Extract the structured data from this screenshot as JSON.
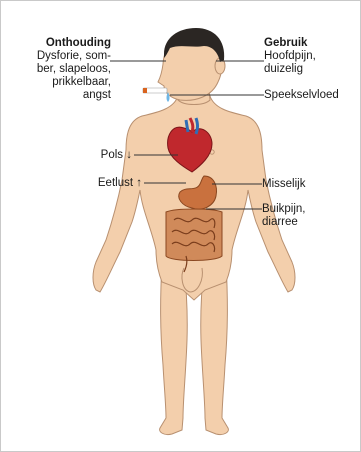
{
  "colors": {
    "skin": "#f3cfac",
    "skin_outline": "#b89070",
    "hair": "#2b2623",
    "leader": "#333333",
    "heart": "#c0282d",
    "vessel_blue": "#2f6db5",
    "stomach": "#c9713e",
    "intestine": "#d08a5a",
    "cigarette": "#ffffff",
    "cigarette_tip": "#d9631e",
    "saliva": "#6fb7e6"
  },
  "labels": {
    "withdrawal_title": "Onthouding",
    "withdrawal_line1": "Dysforie, som-",
    "withdrawal_line2": "ber, slapeloos,",
    "withdrawal_line3": "prikkelbaar,",
    "withdrawal_line4": "angst",
    "use_title": "Gebruik",
    "use_line1": "Hoofdpijn,",
    "use_line2": "duizelig",
    "saliva": "Speekselvloed",
    "pulse": "Pols ↓",
    "appetite": "Eetlust ↑",
    "nausea": "Misselijk",
    "abdominal_line1": "Buikpijn,",
    "abdominal_line2": "diarree"
  },
  "icons": {
    "heart": "heart-icon",
    "stomach": "stomach-icon",
    "intestines": "intestines-icon",
    "cigarette": "cigarette-icon"
  }
}
